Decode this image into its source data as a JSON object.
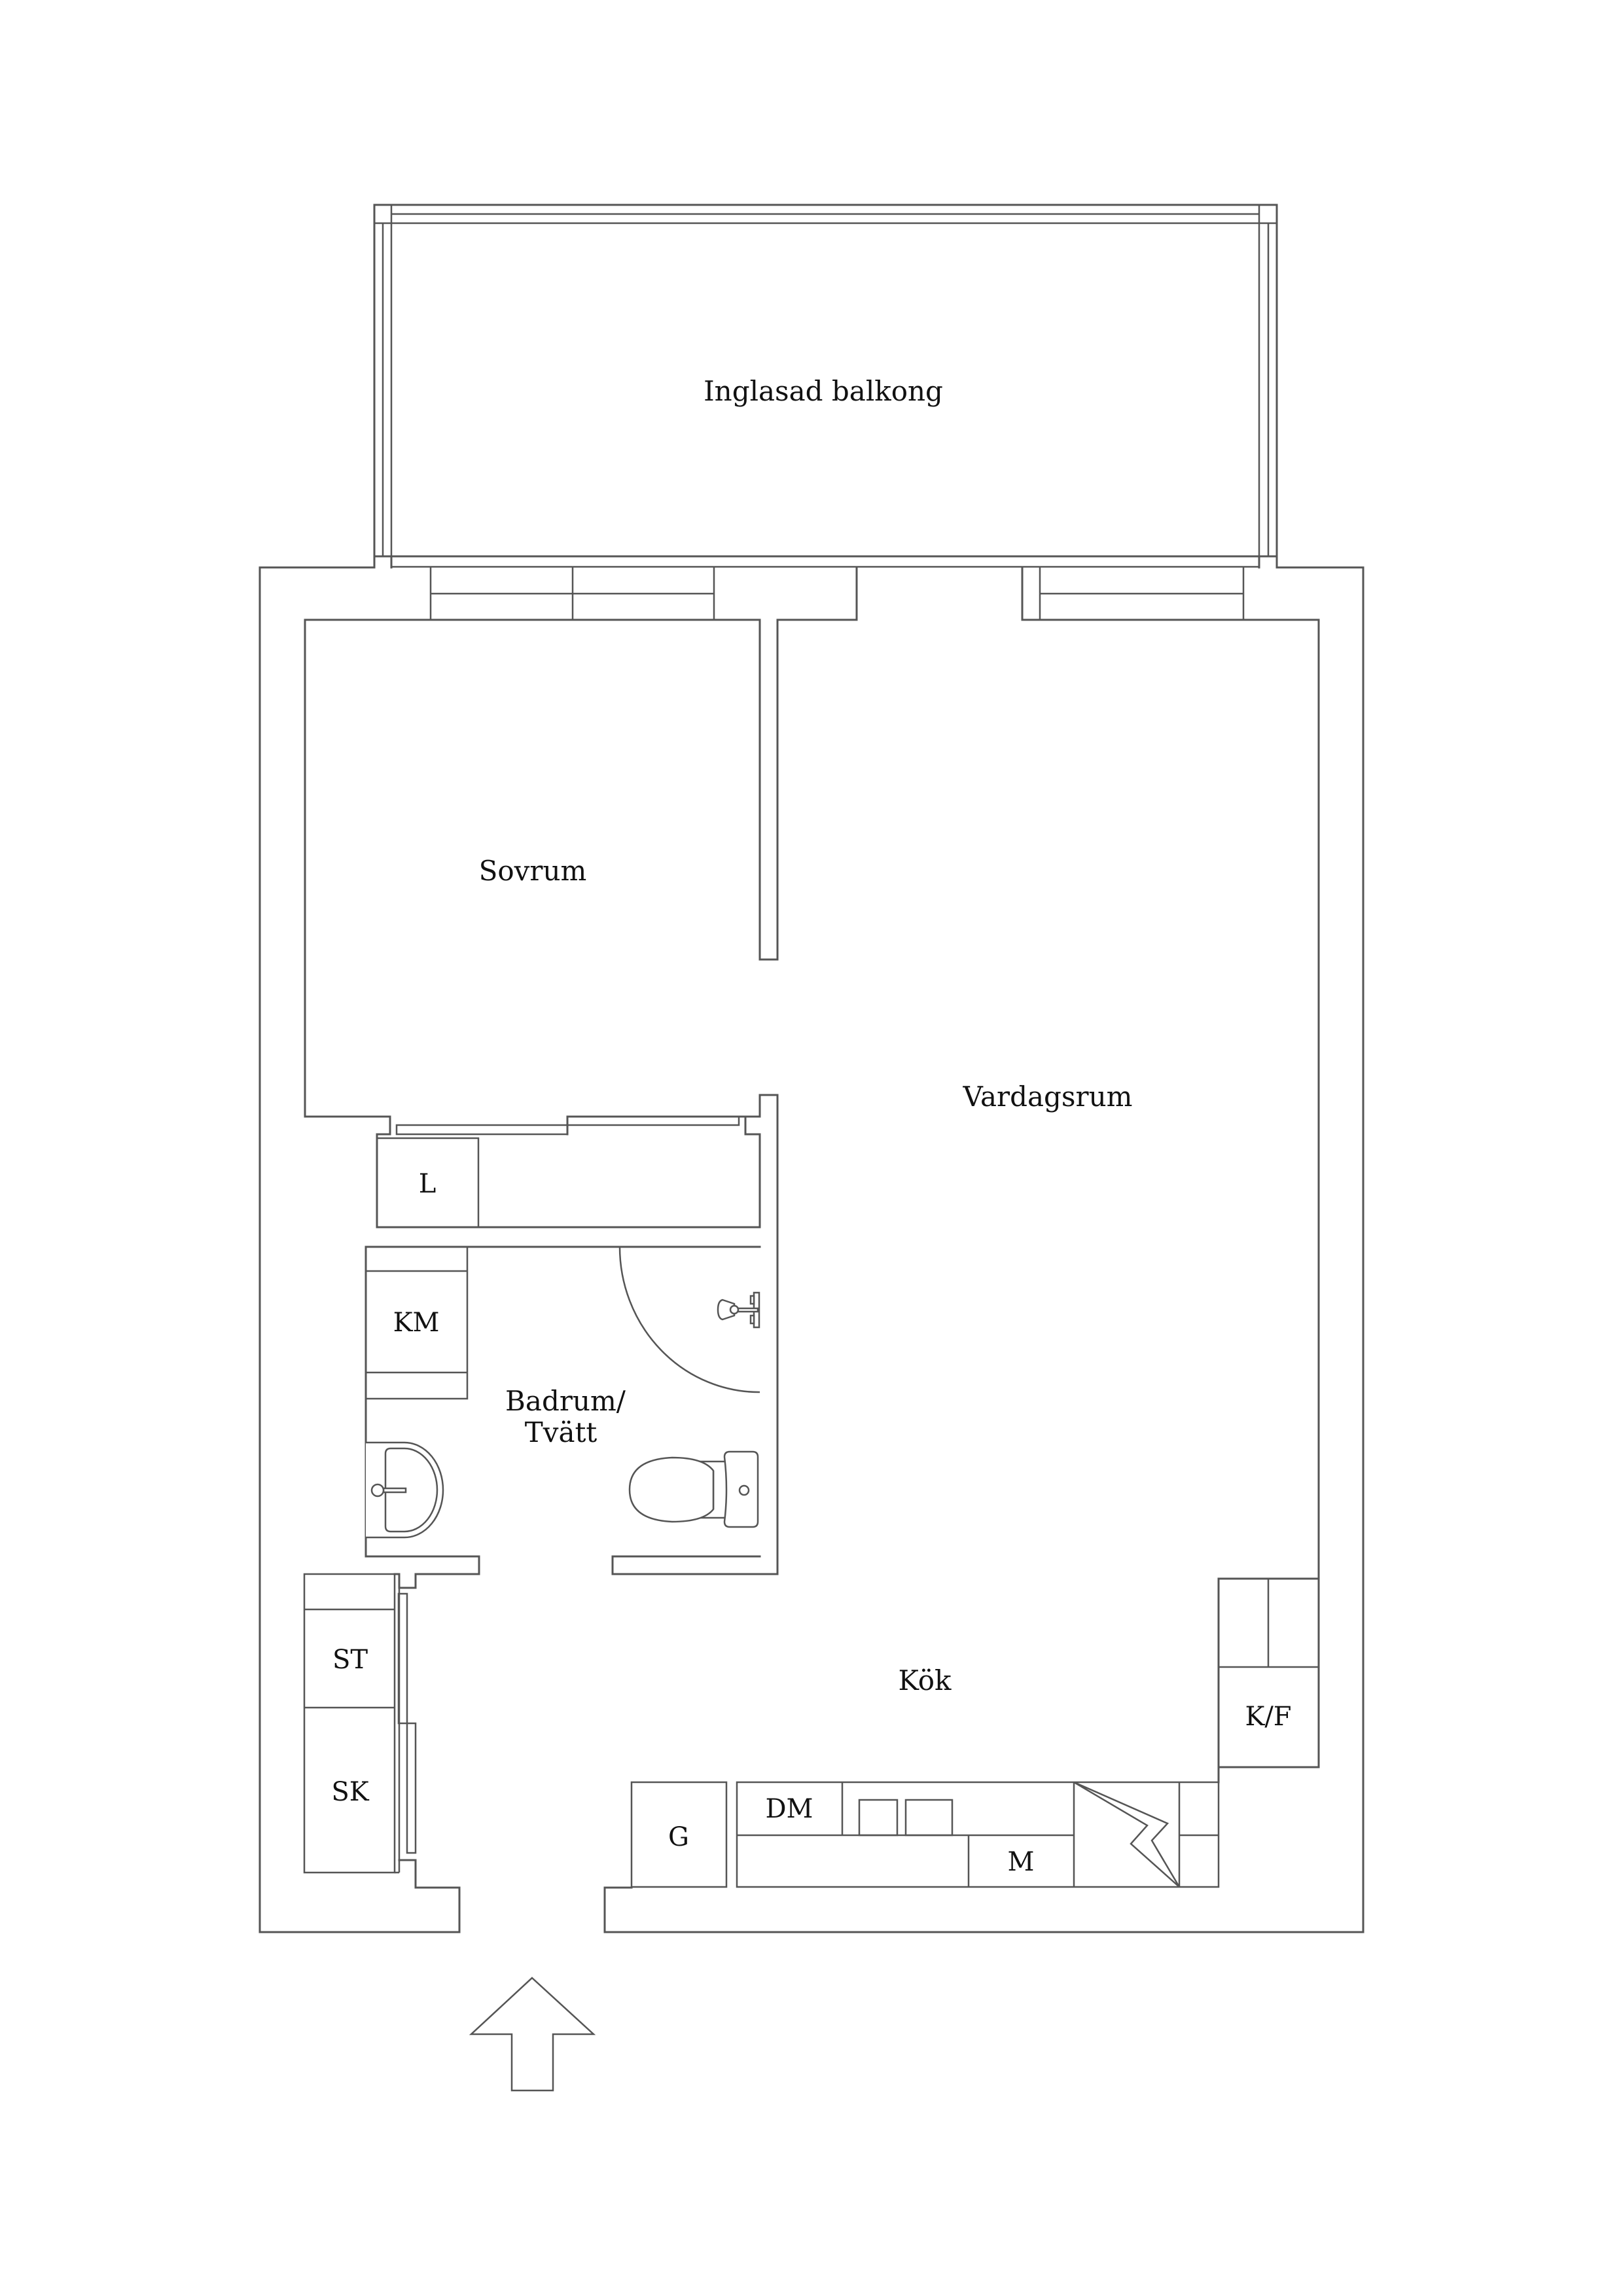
{
  "plan": {
    "title": "Floor plan",
    "line_color": "#555555",
    "text_color": "#111111",
    "background": "#ffffff"
  },
  "rooms": {
    "balcony": "Inglasad balkong",
    "bedroom": "Sovrum",
    "living_room": "Vardagsrum",
    "bathroom_line1": "Badrum/",
    "bathroom_line2": "Tvätt",
    "kitchen": "Kök"
  },
  "fixtures": {
    "linen_closet": "L",
    "washing_machine": "KM",
    "storage_cabinet": "ST",
    "wardrobe": "SK",
    "fridge_freezer": "K/F",
    "waste_cabinet": "G",
    "dishwasher": "DM",
    "microwave": "M"
  },
  "icons": {
    "entrance": "entrance-arrow-icon",
    "stove": "stove-lightning-icon",
    "sink": "washbasin-icon",
    "toilet": "toilet-icon",
    "shower": "shower-icon"
  }
}
